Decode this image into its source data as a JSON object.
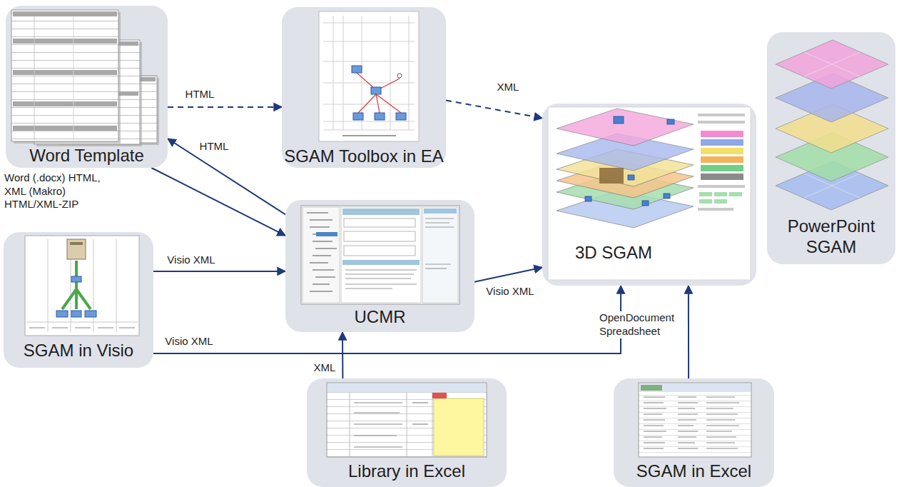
{
  "diagram": {
    "nodes": [
      {
        "text": [
          "Word Template"
        ]
      },
      {
        "text": [
          "SGAM Toolbox in EA"
        ]
      },
      {
        "text": [
          "3D SGAM"
        ]
      },
      {
        "text": [
          "PowerPoint SGAM"
        ]
      },
      {
        "text": [
          "UCMR"
        ]
      },
      {
        "text": [
          "SGAM in Visio"
        ]
      },
      {
        "text": [
          "Library in Excel"
        ]
      },
      {
        "text": [
          "SGAM in Excel"
        ]
      }
    ],
    "edges": [
      {
        "from": 0,
        "to": 1,
        "arrow": "to",
        "label": "HTML"
      },
      {
        "from": 1,
        "to": 2,
        "arrow": "to",
        "label": "XML"
      },
      {
        "from": 4,
        "to": 0,
        "arrow": "to",
        "label": "HTML"
      },
      {
        "from": 0,
        "to": 4,
        "arrow": "to",
        "label": "Word (.docx) HTML, XML (Makro) HTML/XML-ZIP"
      },
      {
        "from": 5,
        "to": 4,
        "arrow": "to",
        "label": "Visio XML"
      },
      {
        "from": 5,
        "to": 2,
        "arrow": "to",
        "label": "Visio XML"
      },
      {
        "from": 6,
        "to": 4,
        "arrow": "to",
        "label": "XML"
      },
      {
        "from": 4,
        "to": 2,
        "arrow": "to",
        "label": "Visio XML"
      },
      {
        "from": 7,
        "to": 2,
        "arrow": "to",
        "label": "OpenDocument Spreadsheet"
      }
    ]
  }
}
